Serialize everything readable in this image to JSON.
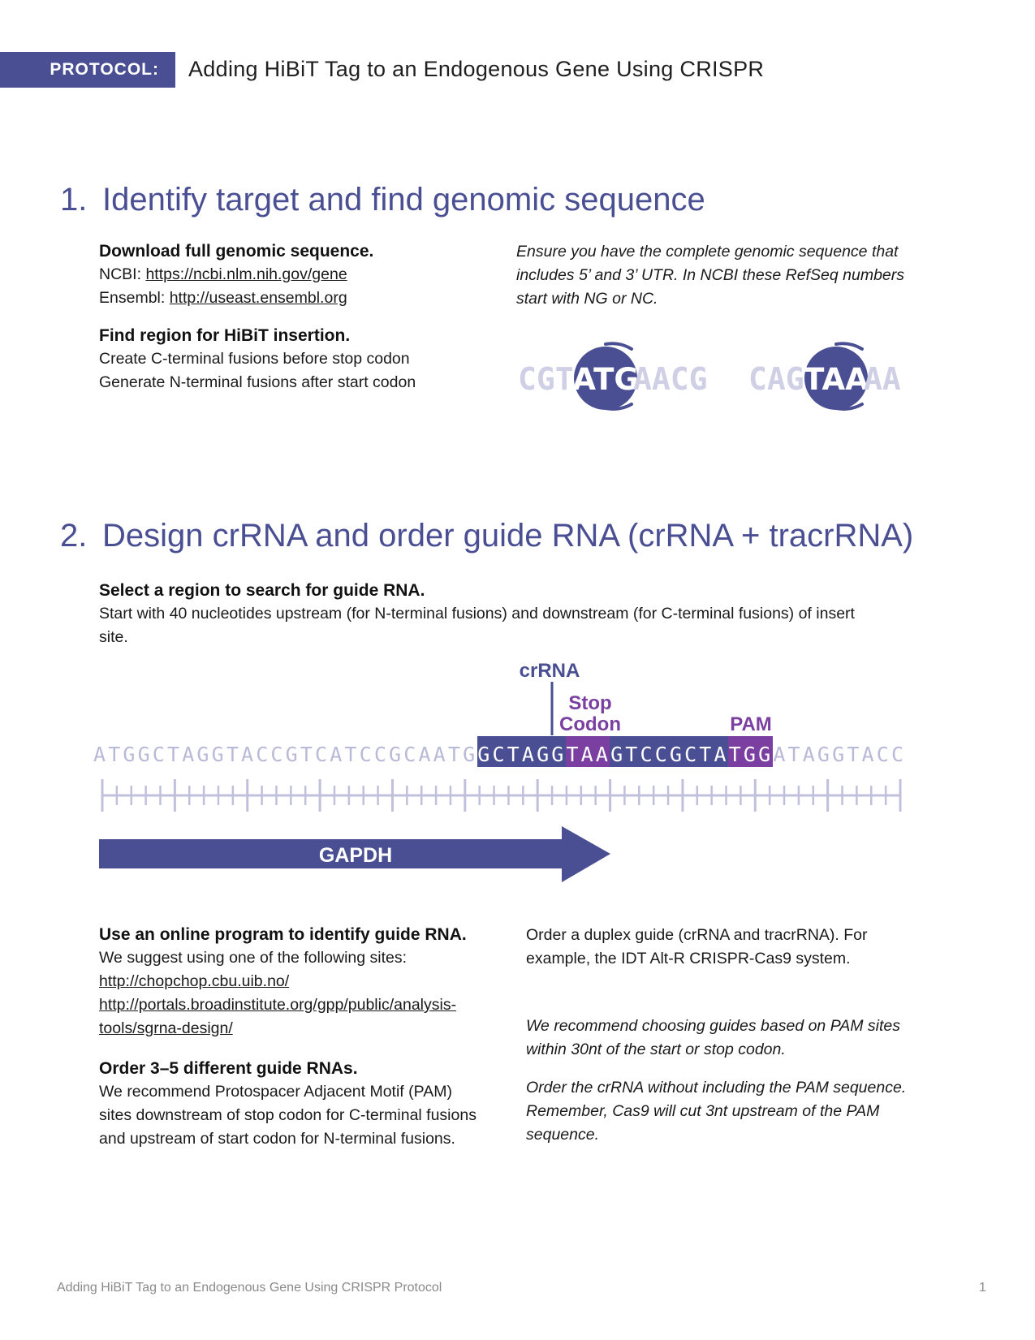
{
  "header": {
    "label": "PROTOCOL:",
    "title": "Adding HiBiT Tag to an Endogenous Gene Using CRISPR"
  },
  "section1": {
    "number": "1.",
    "title": "Identify target and find genomic sequence",
    "download": {
      "heading": "Download full genomic sequence.",
      "ncbi_label": "NCBI: ",
      "ncbi_link": "https://ncbi.nlm.nih.gov/gene",
      "ensembl_label": "Ensembl: ",
      "ensembl_link": "http://useast.ensembl.org"
    },
    "note": "Ensure you have the complete genomic sequence that includes 5’ and 3’ UTR. In NCBI these RefSeq numbers start with NG or NC.",
    "find": {
      "heading": "Find region for HiBiT insertion.",
      "line1": "Create C-terminal fusions before stop codon",
      "line2": "Generate N-terminal fusions after start codon"
    },
    "codon_graphics": [
      {
        "pre": "CGT",
        "codon": "ATG",
        "post": "AACG"
      },
      {
        "pre": "CAG",
        "codon": "TAA",
        "post": "AA"
      }
    ]
  },
  "section2": {
    "number": "2.",
    "title": "Design crRNA and order guide RNA (crRNA + tracrRNA)",
    "select": {
      "heading": "Select a region to search for guide RNA.",
      "body": "Start with 40 nucleotides upstream (for N-terminal fusions) and downstream (for C-terminal fusions) of insert site."
    },
    "diagram": {
      "crrna_label": "crRNA",
      "stop_label_1": "Stop",
      "stop_label_2": "Codon",
      "pam_label": "PAM",
      "gene_label": "GAPDH",
      "seq_pre": "ATGGCTAGGTACCGTCATCCGCAATG",
      "seq_guide_a": "GCTAGG",
      "seq_stop": "TAA",
      "seq_guide_b": "GTCCGCTA",
      "seq_pam": "TGG",
      "seq_post": "ATAGGTACC",
      "colors": {
        "guide": "#4a4f93",
        "stop_pam": "#7a3fa0",
        "faded": "#b9b9d8"
      }
    },
    "online": {
      "heading": "Use an online program to identify guide RNA.",
      "body": "We suggest using one of the following sites:",
      "link1": "http://chopchop.cbu.uib.no/",
      "link2a": "http://portals.broadinstitute.org/gpp/public/analysis-",
      "link2b": "tools/sgrna-design/"
    },
    "order": {
      "heading": "Order 3–5 different guide RNAs.",
      "body": "We recommend Protospacer Adjacent Motif (PAM) sites downstream of stop codon for C-terminal fusions and upstream of start codon for N-terminal fusions."
    },
    "duplex": "Order a duplex guide (crRNA and tracrRNA). For example, the IDT Alt-R CRISPR-Cas9 system.",
    "recommend": "We recommend choosing guides based on PAM sites within 30nt of the start or stop codon.",
    "order_note": "Order the crRNA without including the PAM sequence. Remember, Cas9 will cut 3nt upstream of the PAM sequence."
  },
  "footer": {
    "title": "Adding HiBiT Tag to an Endogenous Gene Using CRISPR Protocol",
    "page": "1"
  }
}
